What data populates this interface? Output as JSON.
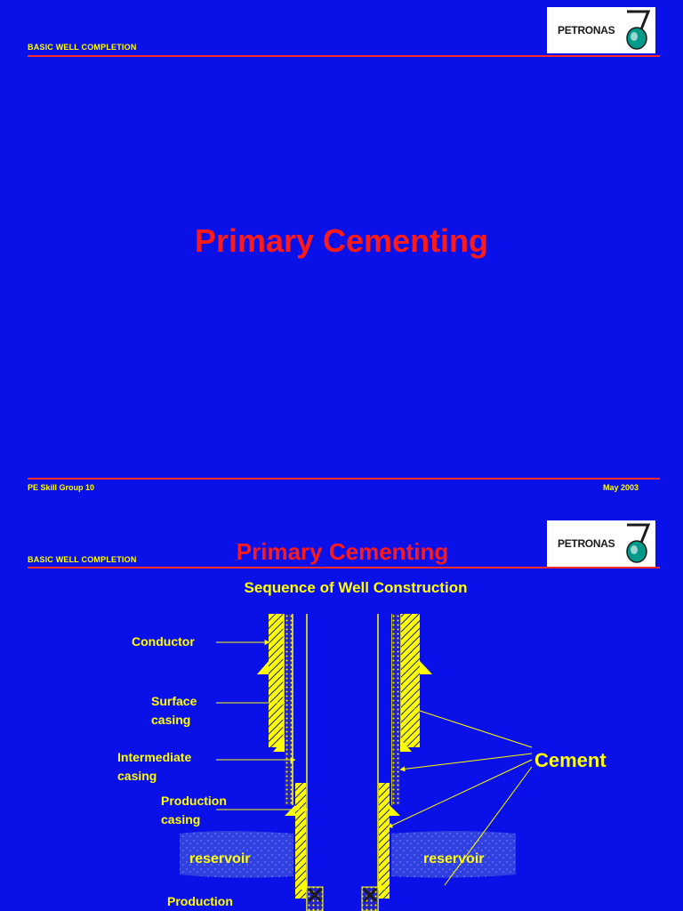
{
  "colors": {
    "background": "#0a10e8",
    "header_text": "#ffff00",
    "title_text": "#ff1a1a",
    "rule": "#ff2a2a",
    "logo_teal": "#009a8a"
  },
  "slide1": {
    "header_label": "BASIC WELL COMPLETION",
    "logo_text": "PETRONAS",
    "title": "Primary Cementing",
    "footer_left": "PE Skill Group 10",
    "footer_right": "May 2003"
  },
  "slide2": {
    "header_label": "BASIC WELL COMPLETION",
    "logo_text": "PETRONAS",
    "title": "Primary Cementing",
    "subtitle": "Sequence of Well Construction",
    "labels": {
      "conductor": "Conductor",
      "surface_1": "Surface",
      "surface_2": "casing",
      "intermediate_1": "Intermediate",
      "intermediate_2": "casing",
      "production_1": "Production",
      "production_2": "casing",
      "production_bottom": "Production",
      "reservoir_left": "reservoir",
      "reservoir_right": "reservoir",
      "cement": "Cement"
    }
  }
}
